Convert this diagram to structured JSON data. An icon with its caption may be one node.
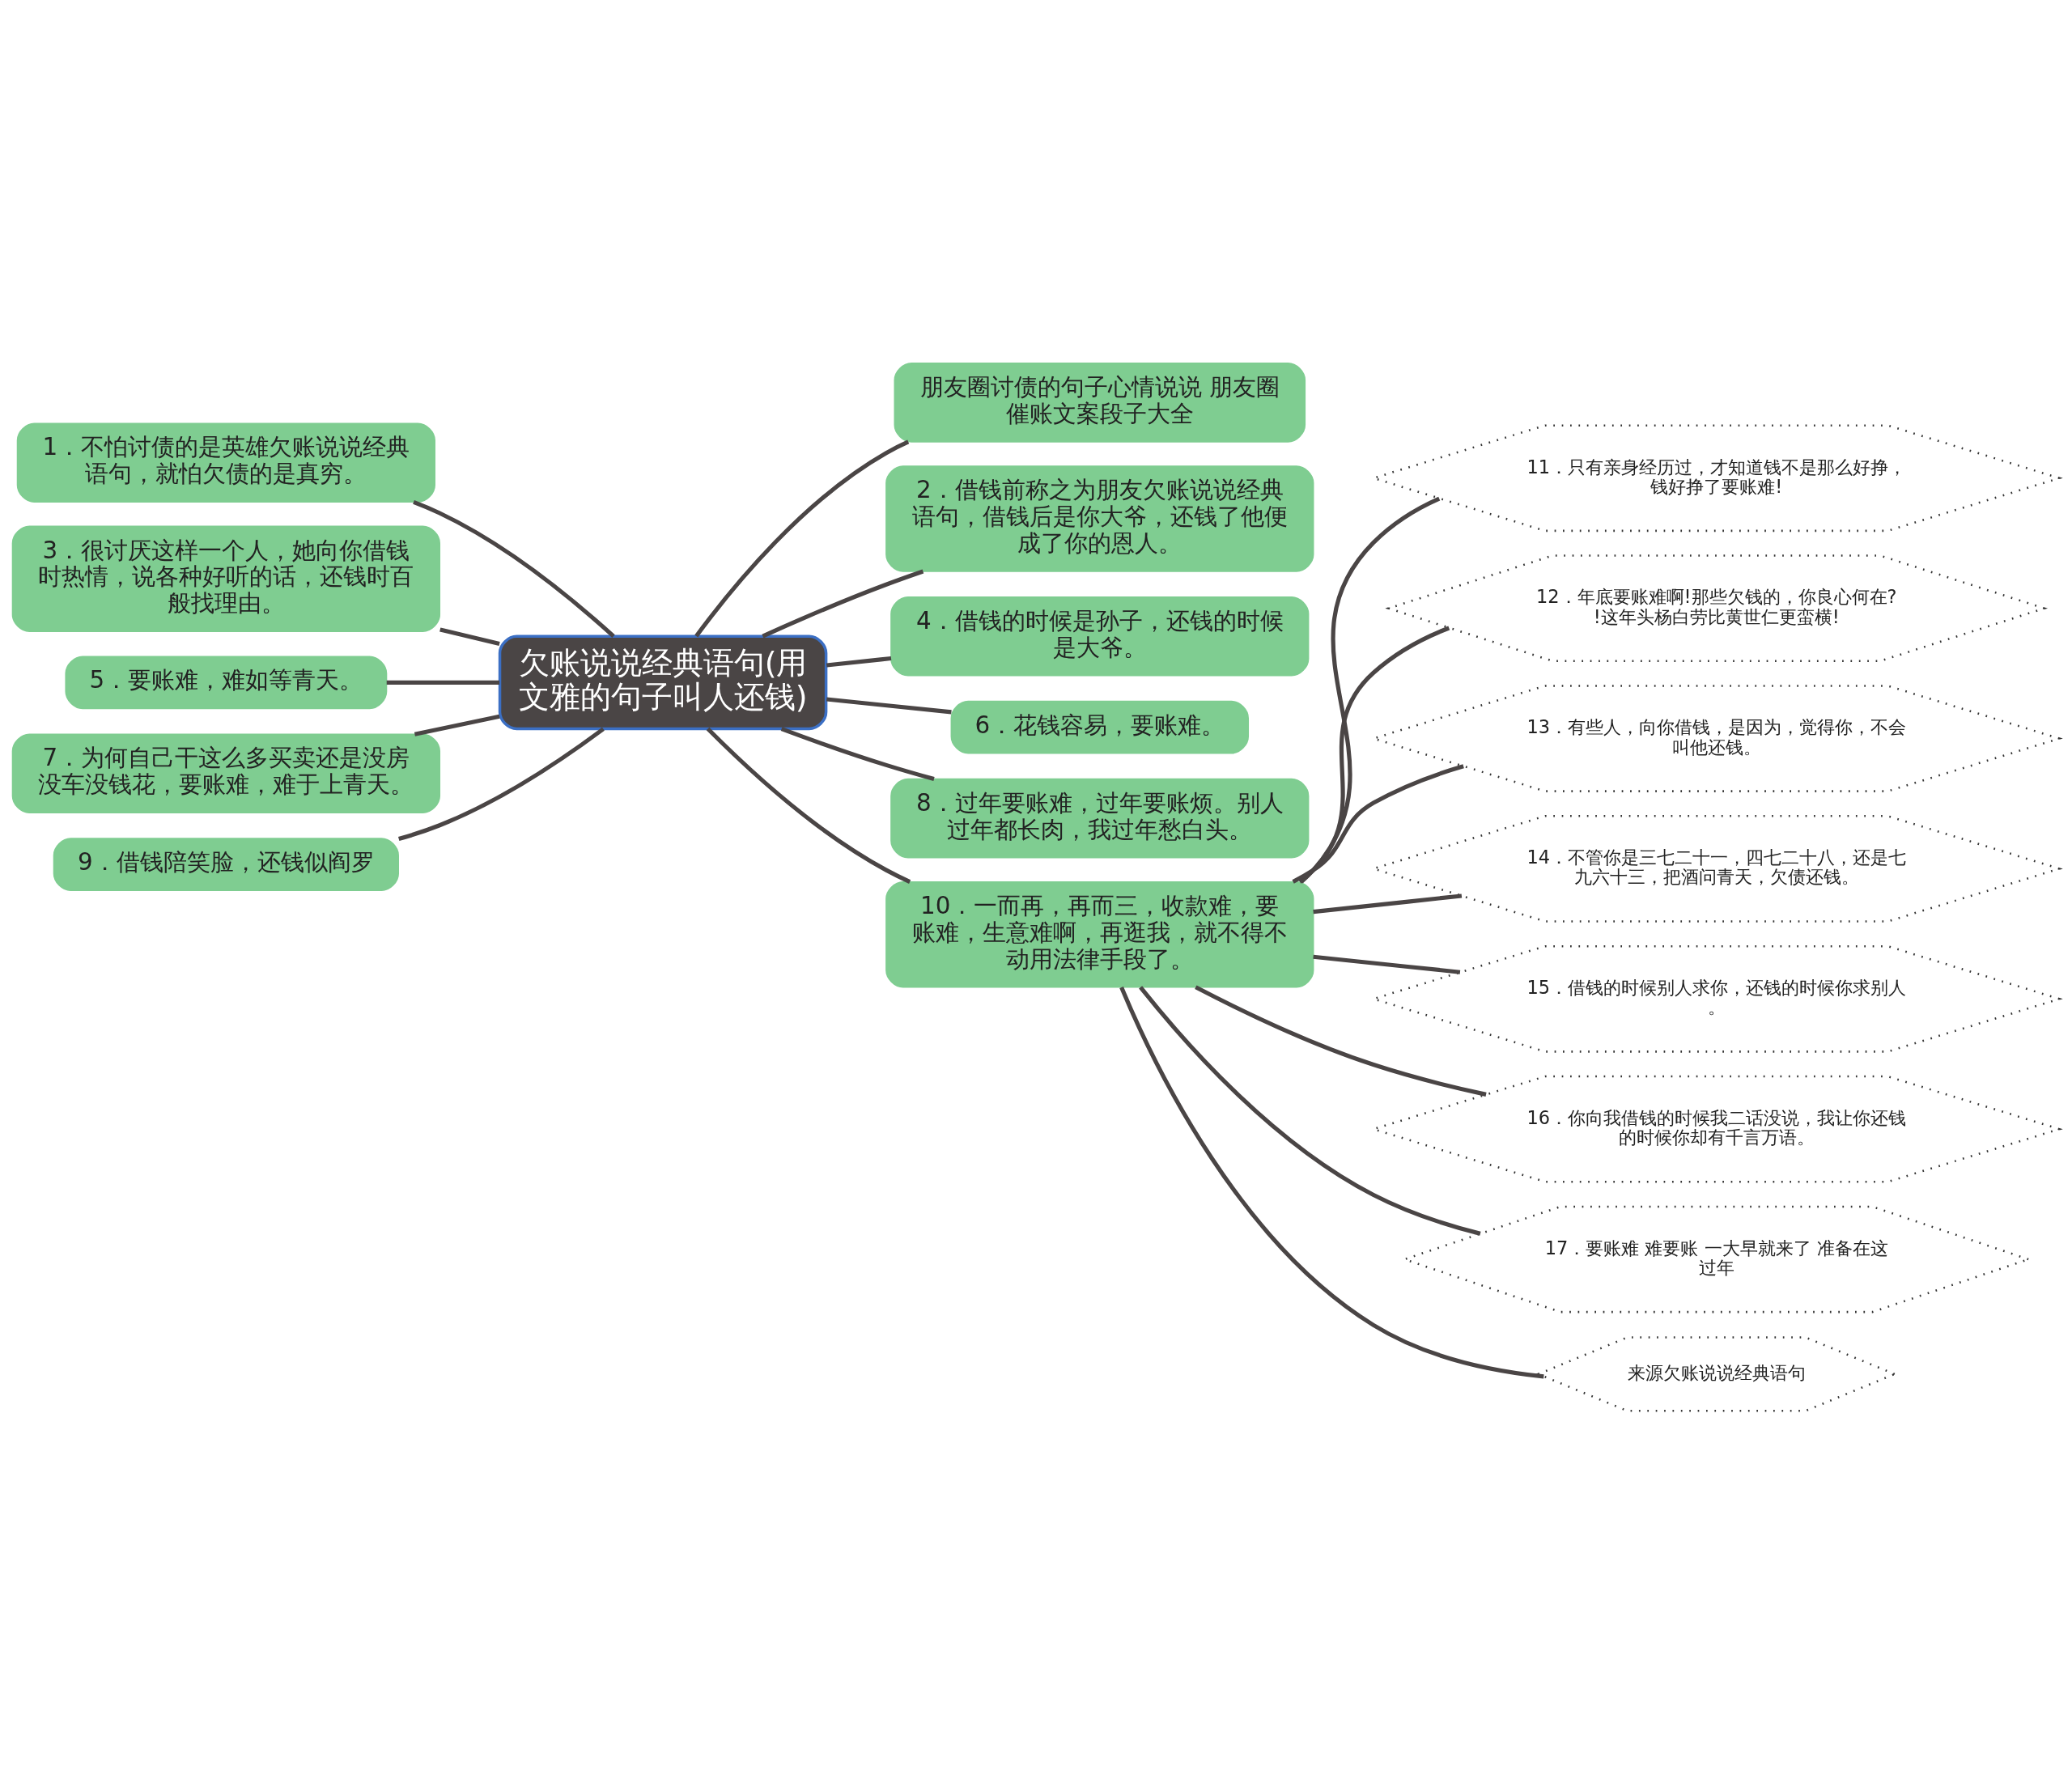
{
  "diagram": {
    "nodes": [
      {
        "text": [
          "欠账说说经典语句(用文雅的句子叫人还钱)"
        ]
      },
      {
        "text": [
          "朋友圈讨债的句子心情说说 朋友圈催账文案段子大全"
        ]
      },
      {
        "text": [
          "2．借钱前称之为朋友欠账说说经典语句，借钱后是你大爷，还钱了他便成了你的恩人。"
        ]
      },
      {
        "text": [
          "4．借钱的时候是孙子，还钱的时候是大爷。"
        ]
      },
      {
        "text": [
          "6．花钱容易，要账难。"
        ]
      },
      {
        "text": [
          "8．过年要账难，过年要账烦。别人过年都长肉，我过年愁白头。"
        ]
      },
      {
        "text": [
          "10．一而再，再而三，收款难，要账难，生意难啊，再逛我，就不得不动用法律手段了。"
        ]
      },
      {
        "text": [
          "11．只有亲身经历过，才知道钱不是那么好挣，钱好挣了要账难!"
        ]
      },
      {
        "text": [
          "12．年底要账难啊!那些欠钱的，你良心何在?!这年头杨白劳比黄世仁更蛮横!"
        ]
      },
      {
        "text": [
          "13．有些人，向你借钱，是因为，觉得你，不会叫他还钱。"
        ]
      },
      {
        "text": [
          "14．不管你是三七二十一，四七二十八，还是七九六十三，把酒问青天，欠债还钱。"
        ]
      },
      {
        "text": [
          "15．借钱的时候别人求你，还钱的时候你求别人。"
        ]
      },
      {
        "text": [
          "16．你向我借钱的时候我二话没说，我让你还钱的时候你却有千言万语。"
        ]
      },
      {
        "text": [
          "17．要账难 难要账 一大早就来了 准备在这过年"
        ]
      },
      {
        "text": [
          "来源欠账说说经典语句"
        ]
      },
      {
        "text": [
          "1．不怕讨债的是英雄欠账说说经典语句，就怕欠债的是真穷。"
        ]
      },
      {
        "text": [
          "3．很讨厌这样一个人，她向你借钱时热情，说各种好听的话，还钱时百般找理由。"
        ]
      },
      {
        "text": [
          "5．要账难，难如等青天。"
        ]
      },
      {
        "text": [
          "7．为何自己干这么多买卖还是没房没车没钱花，要账难，难于上青天。"
        ]
      },
      {
        "text": [
          "9．借钱陪笑脸，还钱似阎罗"
        ]
      }
    ],
    "edges": [
      {
        "from": 0,
        "to": 1,
        "arrow": "none"
      },
      {
        "from": 0,
        "to": 2,
        "arrow": "none"
      },
      {
        "from": 0,
        "to": 3,
        "arrow": "none"
      },
      {
        "from": 0,
        "to": 4,
        "arrow": "none"
      },
      {
        "from": 0,
        "to": 5,
        "arrow": "none"
      },
      {
        "from": 0,
        "to": 6,
        "arrow": "none"
      },
      {
        "from": 6,
        "to": 7,
        "arrow": "none"
      },
      {
        "from": 6,
        "to": 8,
        "arrow": "none"
      },
      {
        "from": 6,
        "to": 9,
        "arrow": "none"
      },
      {
        "from": 6,
        "to": 10,
        "arrow": "none"
      },
      {
        "from": 6,
        "to": 11,
        "arrow": "none"
      },
      {
        "from": 6,
        "to": 12,
        "arrow": "none"
      },
      {
        "from": 6,
        "to": 13,
        "arrow": "none"
      },
      {
        "from": 6,
        "to": 14,
        "arrow": "none"
      },
      {
        "from": 15,
        "to": 0,
        "arrow": "none"
      },
      {
        "from": 16,
        "to": 0,
        "arrow": "none"
      },
      {
        "from": 17,
        "to": 0,
        "arrow": "none"
      },
      {
        "from": 18,
        "to": 0,
        "arrow": "none"
      },
      {
        "from": 19,
        "to": 0,
        "arrow": "none"
      }
    ]
  }
}
